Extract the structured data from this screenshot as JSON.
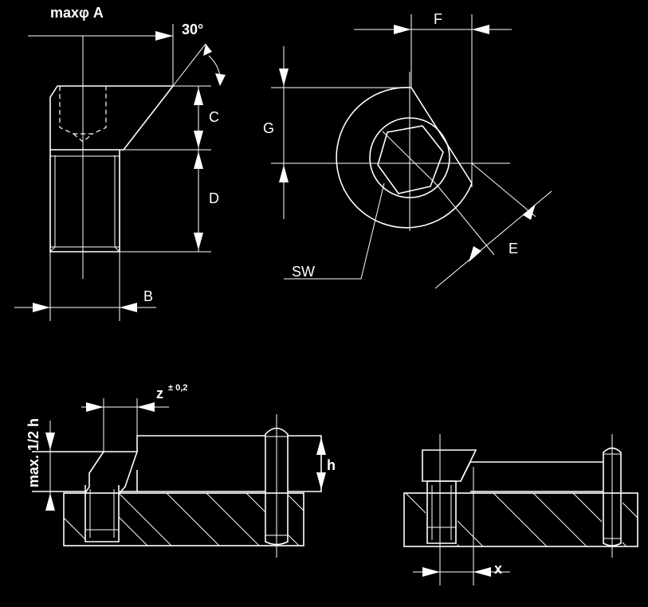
{
  "labels": {
    "max_phi_a": "maxφ A",
    "angle": "30°",
    "c": "C",
    "d": "D",
    "b": "B",
    "f": "F",
    "g": "G",
    "e": "E",
    "sw": "SW",
    "z": "z",
    "z_tol": "± 0,2",
    "max_half_h": "max. 1/2 h",
    "h": "h",
    "x": "x"
  }
}
